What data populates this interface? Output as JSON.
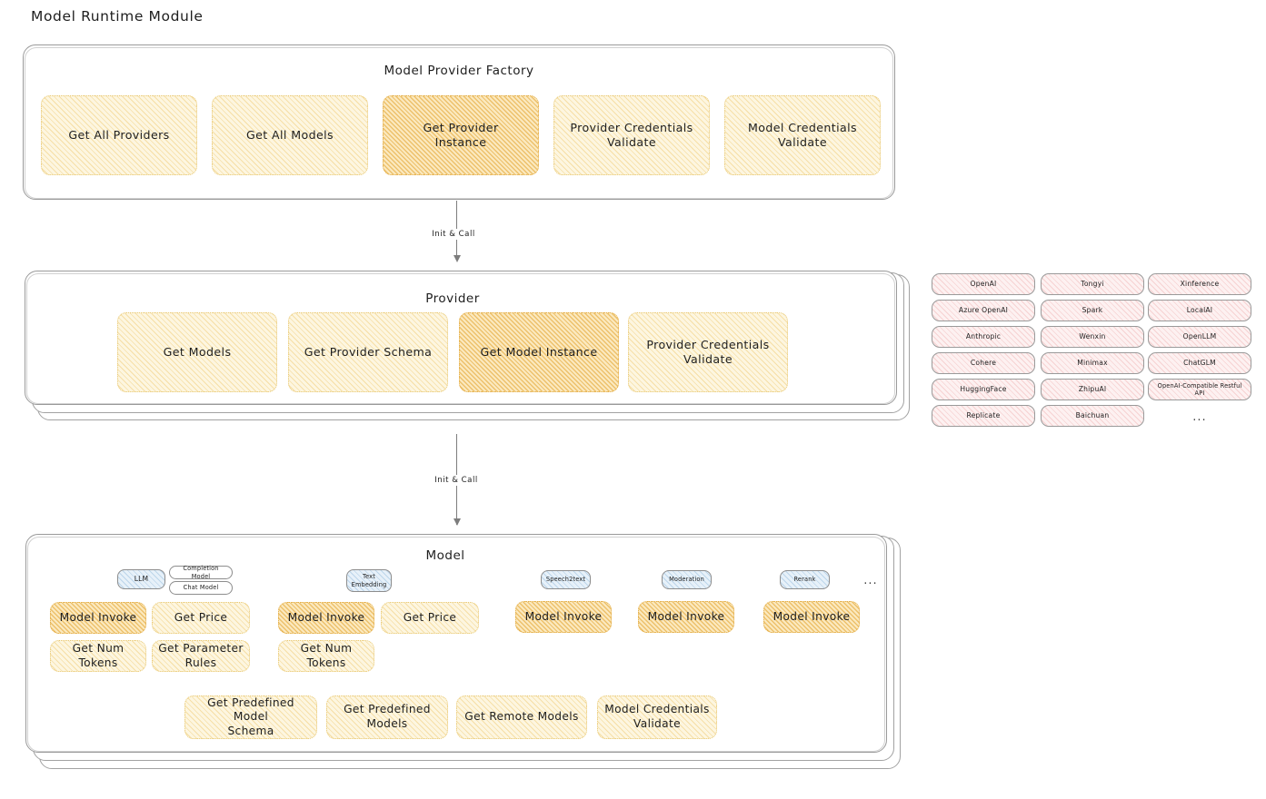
{
  "page": {
    "title": "Model Runtime Module",
    "accent_yellow": "#fdf6e0",
    "accent_orange": "#fbe9bf",
    "accent_pink": "#fdf1f1",
    "accent_blue": "#e7f1f9",
    "stroke": "#9a9a9a"
  },
  "factory": {
    "title": "Model Provider Factory",
    "boxes": [
      {
        "label": "Get All Providers",
        "highlight": false
      },
      {
        "label": "Get All Models",
        "highlight": false
      },
      {
        "label": "Get Provider\nInstance",
        "highlight": true
      },
      {
        "label": "Provider Credentials\nValidate",
        "highlight": false
      },
      {
        "label": "Model Credentials\nValidate",
        "highlight": false
      }
    ]
  },
  "arrows": [
    {
      "label": "Init & Call"
    },
    {
      "label": "Init & Call"
    }
  ],
  "provider": {
    "title": "Provider",
    "boxes": [
      {
        "label": "Get Models",
        "highlight": false
      },
      {
        "label": "Get Provider Schema",
        "highlight": false
      },
      {
        "label": "Get Model Instance",
        "highlight": true
      },
      {
        "label": "Provider Credentials\nValidate",
        "highlight": false
      }
    ]
  },
  "provider_list": {
    "columns": [
      [
        "OpenAI",
        "Azure OpenAI",
        "Anthropic",
        "Cohere",
        "HuggingFace",
        "Replicate"
      ],
      [
        "Tongyi",
        "Spark",
        "Wenxin",
        "Minimax",
        "ZhipuAI",
        "Baichuan"
      ],
      [
        "Xinference",
        "LocalAI",
        "OpenLLM",
        "ChatGLM",
        "OpenAI-Compatible Restful API"
      ]
    ],
    "more": "..."
  },
  "model": {
    "title": "Model",
    "more": "...",
    "groups": [
      {
        "type_label": "LLM",
        "type_style": "blue",
        "sub_tags": [
          "Completion Model",
          "Chat Model"
        ],
        "boxes": [
          {
            "label": "Model Invoke",
            "highlight": true
          },
          {
            "label": "Get Price",
            "highlight": false
          },
          {
            "label": "Get Num Tokens",
            "highlight": false
          },
          {
            "label": "Get Parameter\nRules",
            "highlight": false
          }
        ]
      },
      {
        "type_label": "Text\nEmbedding",
        "type_style": "blue",
        "sub_tags": [],
        "boxes": [
          {
            "label": "Model Invoke",
            "highlight": true
          },
          {
            "label": "Get Price",
            "highlight": false
          },
          {
            "label": "Get Num Tokens",
            "highlight": false
          }
        ]
      },
      {
        "type_label": "Speech2text",
        "type_style": "blue",
        "sub_tags": [],
        "boxes": [
          {
            "label": "Model Invoke",
            "highlight": true
          }
        ]
      },
      {
        "type_label": "Moderation",
        "type_style": "blue",
        "sub_tags": [],
        "boxes": [
          {
            "label": "Model Invoke",
            "highlight": true
          }
        ]
      },
      {
        "type_label": "Rerank",
        "type_style": "blue",
        "sub_tags": [],
        "boxes": [
          {
            "label": "Model Invoke",
            "highlight": true
          }
        ]
      }
    ],
    "common_boxes": [
      {
        "label": "Get Predefined Model\nSchema"
      },
      {
        "label": "Get Predefined\nModels"
      },
      {
        "label": "Get Remote Models"
      },
      {
        "label": "Model Credentials\nValidate"
      }
    ]
  }
}
